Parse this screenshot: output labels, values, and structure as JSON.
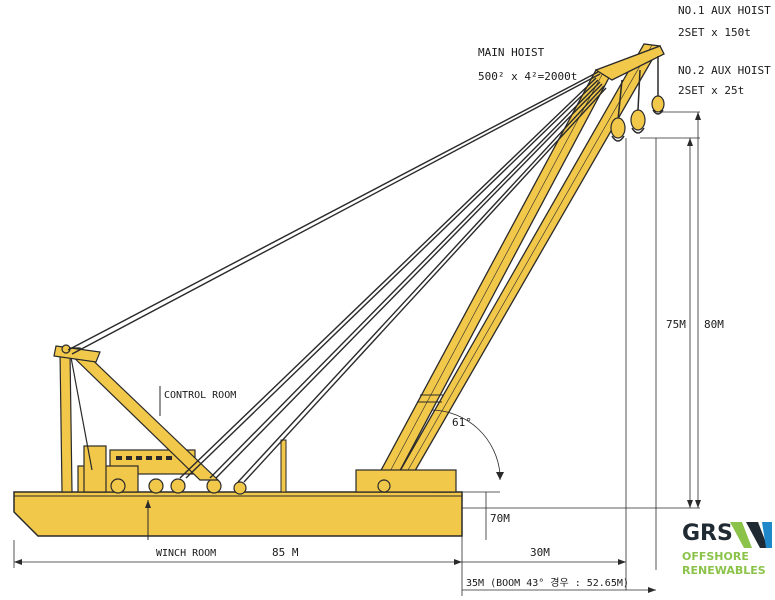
{
  "labels": {
    "aux1_title": "NO.1 AUX HOIST",
    "aux1_spec": "2SET x 150t",
    "aux2_title": "NO.2 AUX HOIST",
    "aux2_spec": "2SET x 25t",
    "main_hoist_title": "MAIN HOIST",
    "main_hoist_spec": "500² x 4²=2000t",
    "control_room": "CONTROL ROOM",
    "winch_room": "WINCH ROOM",
    "angle": "61°",
    "height_75": "75M",
    "height_80": "80M",
    "depth_70": "70M",
    "length_85": "85 M",
    "reach_30": "30M",
    "reach_35": "35M (BOOM 43° 경우 : 52.65M)"
  },
  "logo": {
    "brand": "GRS",
    "line1": "OFFSHORE",
    "line2": "RENEWABLES"
  },
  "colors": {
    "hull": "#f2c84b",
    "boom": "#f2c84b",
    "outline": "#2a2a2a",
    "cable": "#2a2a2a",
    "logo_green": "#8bc34a",
    "logo_dark": "#1f2a33",
    "logo_blue": "#1e88c8"
  }
}
